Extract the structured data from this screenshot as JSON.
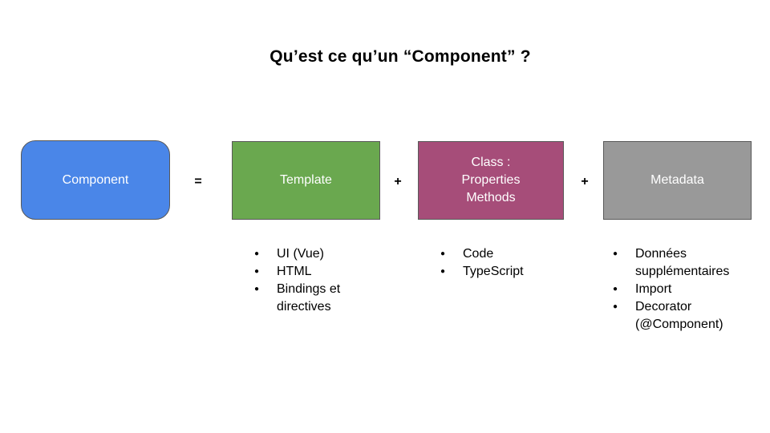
{
  "slide": {
    "title": "Qu’est ce qu’un “Component” ?",
    "bullet_glyph": "●",
    "operators": {
      "equals": "=",
      "plus": "+"
    },
    "colors": {
      "border": "#595959",
      "text_on_box": "#ffffff",
      "text": "#000000"
    },
    "boxes": {
      "component": {
        "label": "Component",
        "fill": "#4a86e8"
      },
      "template": {
        "label": "Template",
        "fill": "#6aa84f"
      },
      "class": {
        "lines": [
          "Class :",
          "Properties",
          "Methods"
        ],
        "fill": "#a64d79"
      },
      "metadata": {
        "label": "Metadata",
        "fill": "#999999"
      }
    },
    "lists": {
      "template": [
        "UI (Vue)",
        "HTML",
        "Bindings et directives"
      ],
      "class": [
        "Code",
        "TypeScript"
      ],
      "metadata": [
        "Données supplémentaires",
        "Import",
        "Decorator (@Component)"
      ]
    }
  }
}
